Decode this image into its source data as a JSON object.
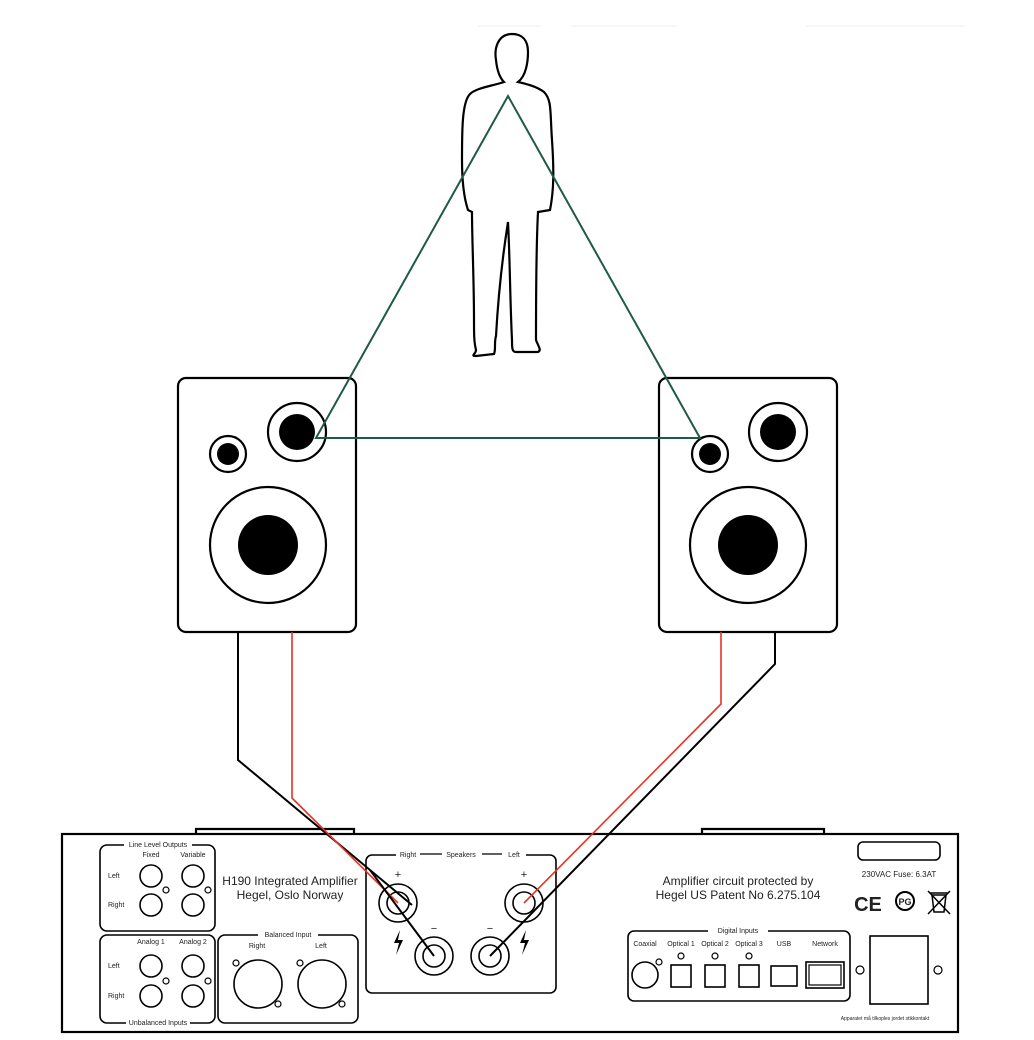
{
  "amplifier": {
    "model_line1": "H190 Integrated Amplifier",
    "model_line2": "Hegel, Oslo Norway",
    "patent_line1": "Amplifier circuit protected by",
    "patent_line2": "Hegel US Patent No 6.275.104",
    "power_rating": "230VAC  Fuse: 6.3AT",
    "warning_text": "Apparatet må tilkoples jordet stikkontakt"
  },
  "line_level_outputs": {
    "title": "Line Level Outputs",
    "fixed": "Fixed",
    "variable": "Variable",
    "left": "Left",
    "right": "Right"
  },
  "unbalanced_inputs": {
    "title": "Unbalanced Inputs",
    "analog1": "Analog 1",
    "analog2": "Analog 2",
    "left": "Left",
    "right": "Right"
  },
  "balanced_input": {
    "title": "Balanced Input",
    "right": "Right",
    "left": "Left"
  },
  "speakers_section": {
    "title": "Speakers",
    "right": "Right",
    "left": "Left",
    "plus": "+",
    "minus": "−"
  },
  "digital_inputs": {
    "title": "Digital Inputs",
    "coaxial": "Coaxial",
    "optical1": "Optical 1",
    "optical2": "Optical 2",
    "optical3": "Optical 3",
    "usb": "USB",
    "network": "Network"
  },
  "certifications": {
    "ce": "CE"
  },
  "colors": {
    "listening_triangle": "#1f5a46",
    "positive_cable": "#e63322",
    "negative_cable": "#000000"
  }
}
